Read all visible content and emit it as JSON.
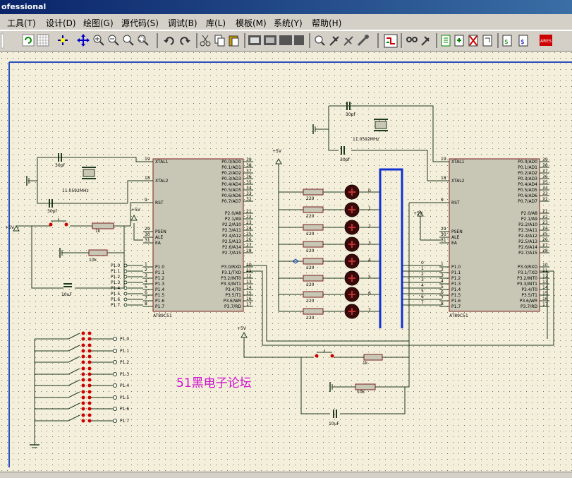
{
  "window": {
    "title": "ofessional"
  },
  "menu": {
    "items": [
      "工具(T)",
      "设计(D)",
      "绘图(G)",
      "源代码(S)",
      "调试(B)",
      "库(L)",
      "模板(M)",
      "系统(Y)",
      "帮助(H)"
    ]
  },
  "toolbar": {
    "icons": [
      "refresh-icon",
      "grid-icon",
      "origin-icon",
      "pan-icon",
      "zoom-in-icon",
      "zoom-out-icon",
      "zoom-all-icon",
      "zoom-area-icon",
      "undo-icon",
      "redo-icon",
      "cut-icon",
      "copy-icon",
      "paste-icon",
      "block-copy-icon",
      "block-move-icon",
      "block-rotate-icon",
      "block-delete-icon",
      "pick-device-icon",
      "make-device-icon",
      "packaging-icon",
      "decompose-icon",
      "wire-autoroute-icon",
      "search-icon",
      "property-tool-icon",
      "netlist-icon",
      "new-sheet-icon",
      "remove-sheet-icon",
      "zoom-child-icon",
      "bom-icon",
      "ares-icon"
    ],
    "ares_label": "ARES"
  },
  "schematic": {
    "watermark": "51黑电子论坛",
    "chip_left": {
      "name": "AT89C51",
      "left_pins": [
        {
          "num": "19",
          "label": "XTAL1"
        },
        {
          "num": "18",
          "label": "XTAL2"
        },
        {
          "num": "9",
          "label": "RST"
        },
        {
          "num": "29",
          "label": "PSEN"
        },
        {
          "num": "30",
          "label": "ALE"
        },
        {
          "num": "31",
          "label": "EA"
        },
        {
          "num": "1",
          "label": "P1.0"
        },
        {
          "num": "2",
          "label": "P1.1"
        },
        {
          "num": "3",
          "label": "P1.2"
        },
        {
          "num": "4",
          "label": "P1.3"
        },
        {
          "num": "5",
          "label": "P1.4"
        },
        {
          "num": "6",
          "label": "P1.5"
        },
        {
          "num": "7",
          "label": "P1.6"
        },
        {
          "num": "8",
          "label": "P1.7"
        }
      ],
      "right_pins": [
        {
          "num": "39",
          "label": "P0.0/AD0"
        },
        {
          "num": "38",
          "label": "P0.1/AD1"
        },
        {
          "num": "37",
          "label": "P0.2/AD2"
        },
        {
          "num": "36",
          "label": "P0.3/AD3"
        },
        {
          "num": "35",
          "label": "P0.4/AD4"
        },
        {
          "num": "34",
          "label": "P0.5/AD5"
        },
        {
          "num": "33",
          "label": "P0.6/AD6"
        },
        {
          "num": "32",
          "label": "P0.7/AD7"
        },
        {
          "num": "21",
          "label": "P2.0/A8"
        },
        {
          "num": "22",
          "label": "P2.1/A9"
        },
        {
          "num": "23",
          "label": "P2.2/A10"
        },
        {
          "num": "24",
          "label": "P2.3/A11"
        },
        {
          "num": "25",
          "label": "P2.4/A12"
        },
        {
          "num": "26",
          "label": "P2.5/A13"
        },
        {
          "num": "27",
          "label": "P2.6/A14"
        },
        {
          "num": "28",
          "label": "P2.7/A15"
        },
        {
          "num": "10",
          "label": "P3.0/RXD"
        },
        {
          "num": "11",
          "label": "P3.1/TXD"
        },
        {
          "num": "12",
          "label": "P3.2/INT0"
        },
        {
          "num": "13",
          "label": "P3.3/INT1"
        },
        {
          "num": "14",
          "label": "P3.4/T0"
        },
        {
          "num": "15",
          "label": "P3.5/T1"
        },
        {
          "num": "16",
          "label": "P3.6/WR"
        },
        {
          "num": "17",
          "label": "P3.7/RD"
        }
      ]
    },
    "labels": {
      "c30pf": "30pf",
      "crystal": "11.0592MHz",
      "r1k": "1k",
      "r10k": "10k",
      "c10uf": "10uF",
      "vcc": "+5V",
      "r220": "220",
      "p1": [
        "P1.0",
        "P1.1",
        "P1.2",
        "P1.3",
        "P1.4",
        "P1.5",
        "P1.6",
        "P1.7"
      ],
      "led_nums": [
        "0",
        "1",
        "2",
        "3",
        "4",
        "5",
        "6",
        "7"
      ]
    }
  }
}
